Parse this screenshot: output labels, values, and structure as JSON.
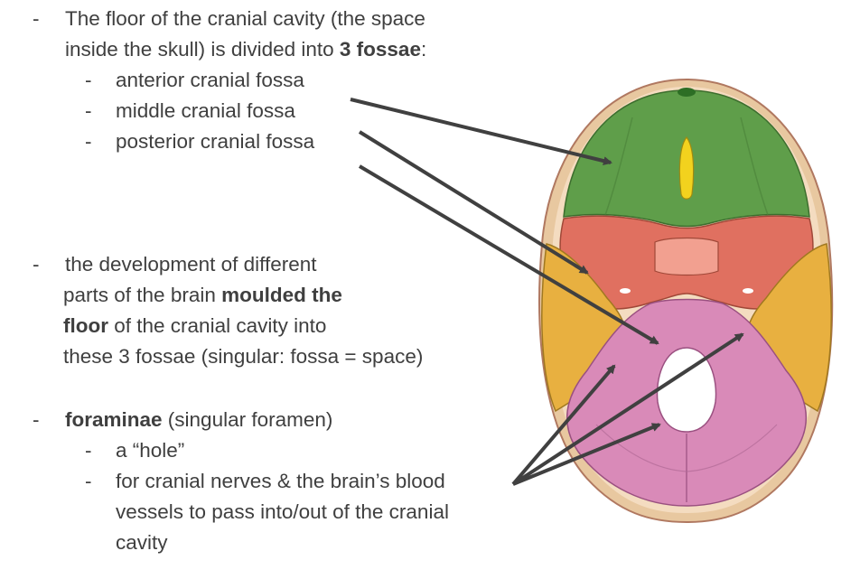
{
  "bullets": {
    "dash": "-",
    "fossae": {
      "line1": "The floor of the cranial cavity (the space",
      "line2_pre": "inside the skull) is divided into ",
      "line2_bold": "3 fossae",
      "line2_post": ":",
      "sub": [
        "anterior cranial fossa",
        "middle cranial fossa",
        "posterior cranial fossa"
      ]
    },
    "development": {
      "line1": "the development of different",
      "line2_pre": "parts of the brain ",
      "line2_bold": "moulded the",
      "line3_bold": "floor",
      "line3_post": " of the cranial cavity into",
      "line4": "these 3 fossae (singular: fossa = space)"
    },
    "foraminae": {
      "title_bold": "foraminae",
      "title_rest": " (singular foramen)",
      "sub1": "a “hole”",
      "sub2_line1": "for cranial nerves & the brain’s blood",
      "sub2_line2": "vessels to pass into/out of the cranial",
      "sub2_line3": "cavity"
    }
  },
  "colors": {
    "text": "#3f3f3f",
    "arrow": "#404040",
    "anterior_fossa": "#5f9e4a",
    "middle_fossa": "#e07060",
    "posterior_fossa": "#d98ab8",
    "temporal": "#e8b040",
    "crista": "#f2d21e"
  },
  "figure": {
    "subject": "skull base, interior view (cranial fossae)"
  }
}
